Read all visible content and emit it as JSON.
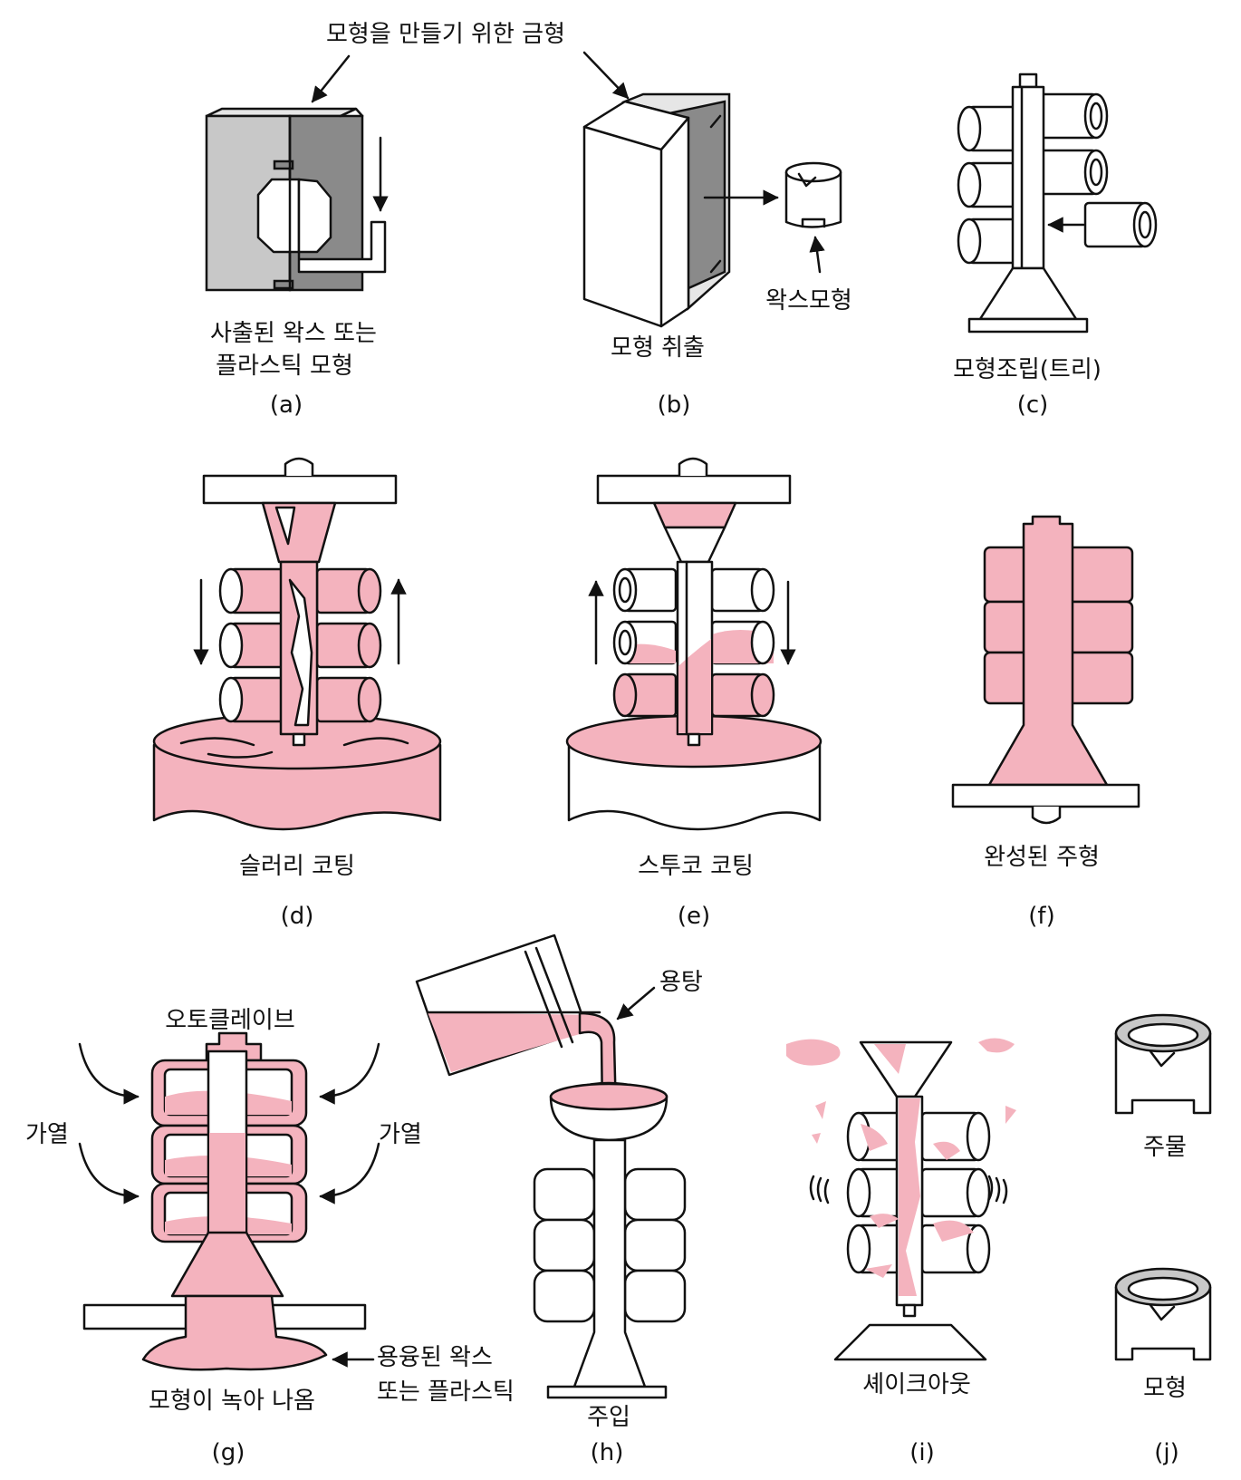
{
  "colors": {
    "pink": "#f4b3be",
    "gray": "#c8c8c8",
    "dark_gray": "#8a8a8a"
  },
  "top_label": "모형을 만들기 위한 금형",
  "panels": {
    "a": {
      "tag": "(a)",
      "label_line1": "사출된 왁스 또는",
      "label_line2": "플라스틱 모형"
    },
    "b": {
      "tag": "(b)",
      "label": "모형 취출",
      "callout": "왁스모형"
    },
    "c": {
      "tag": "(c)",
      "label": "모형조립(트리)"
    },
    "d": {
      "tag": "(d)",
      "label": "슬러리 코팅"
    },
    "e": {
      "tag": "(e)",
      "label": "스투코 코팅"
    },
    "f": {
      "tag": "(f)",
      "label": "완성된 주형"
    },
    "g": {
      "tag": "(g)",
      "title": "오토클레이브",
      "heat_left": "가열",
      "heat_right": "가열",
      "label": "모형이 녹아 나옴",
      "callout_line1": "용융된 왁스",
      "callout_line2": "또는 플라스틱"
    },
    "h": {
      "tag": "(h)",
      "label": "주입",
      "callout": "용탕"
    },
    "i": {
      "tag": "(i)",
      "label": "셰이크아웃"
    },
    "j": {
      "tag": "(j)",
      "label_top": "주물",
      "label_bottom": "모형"
    }
  }
}
